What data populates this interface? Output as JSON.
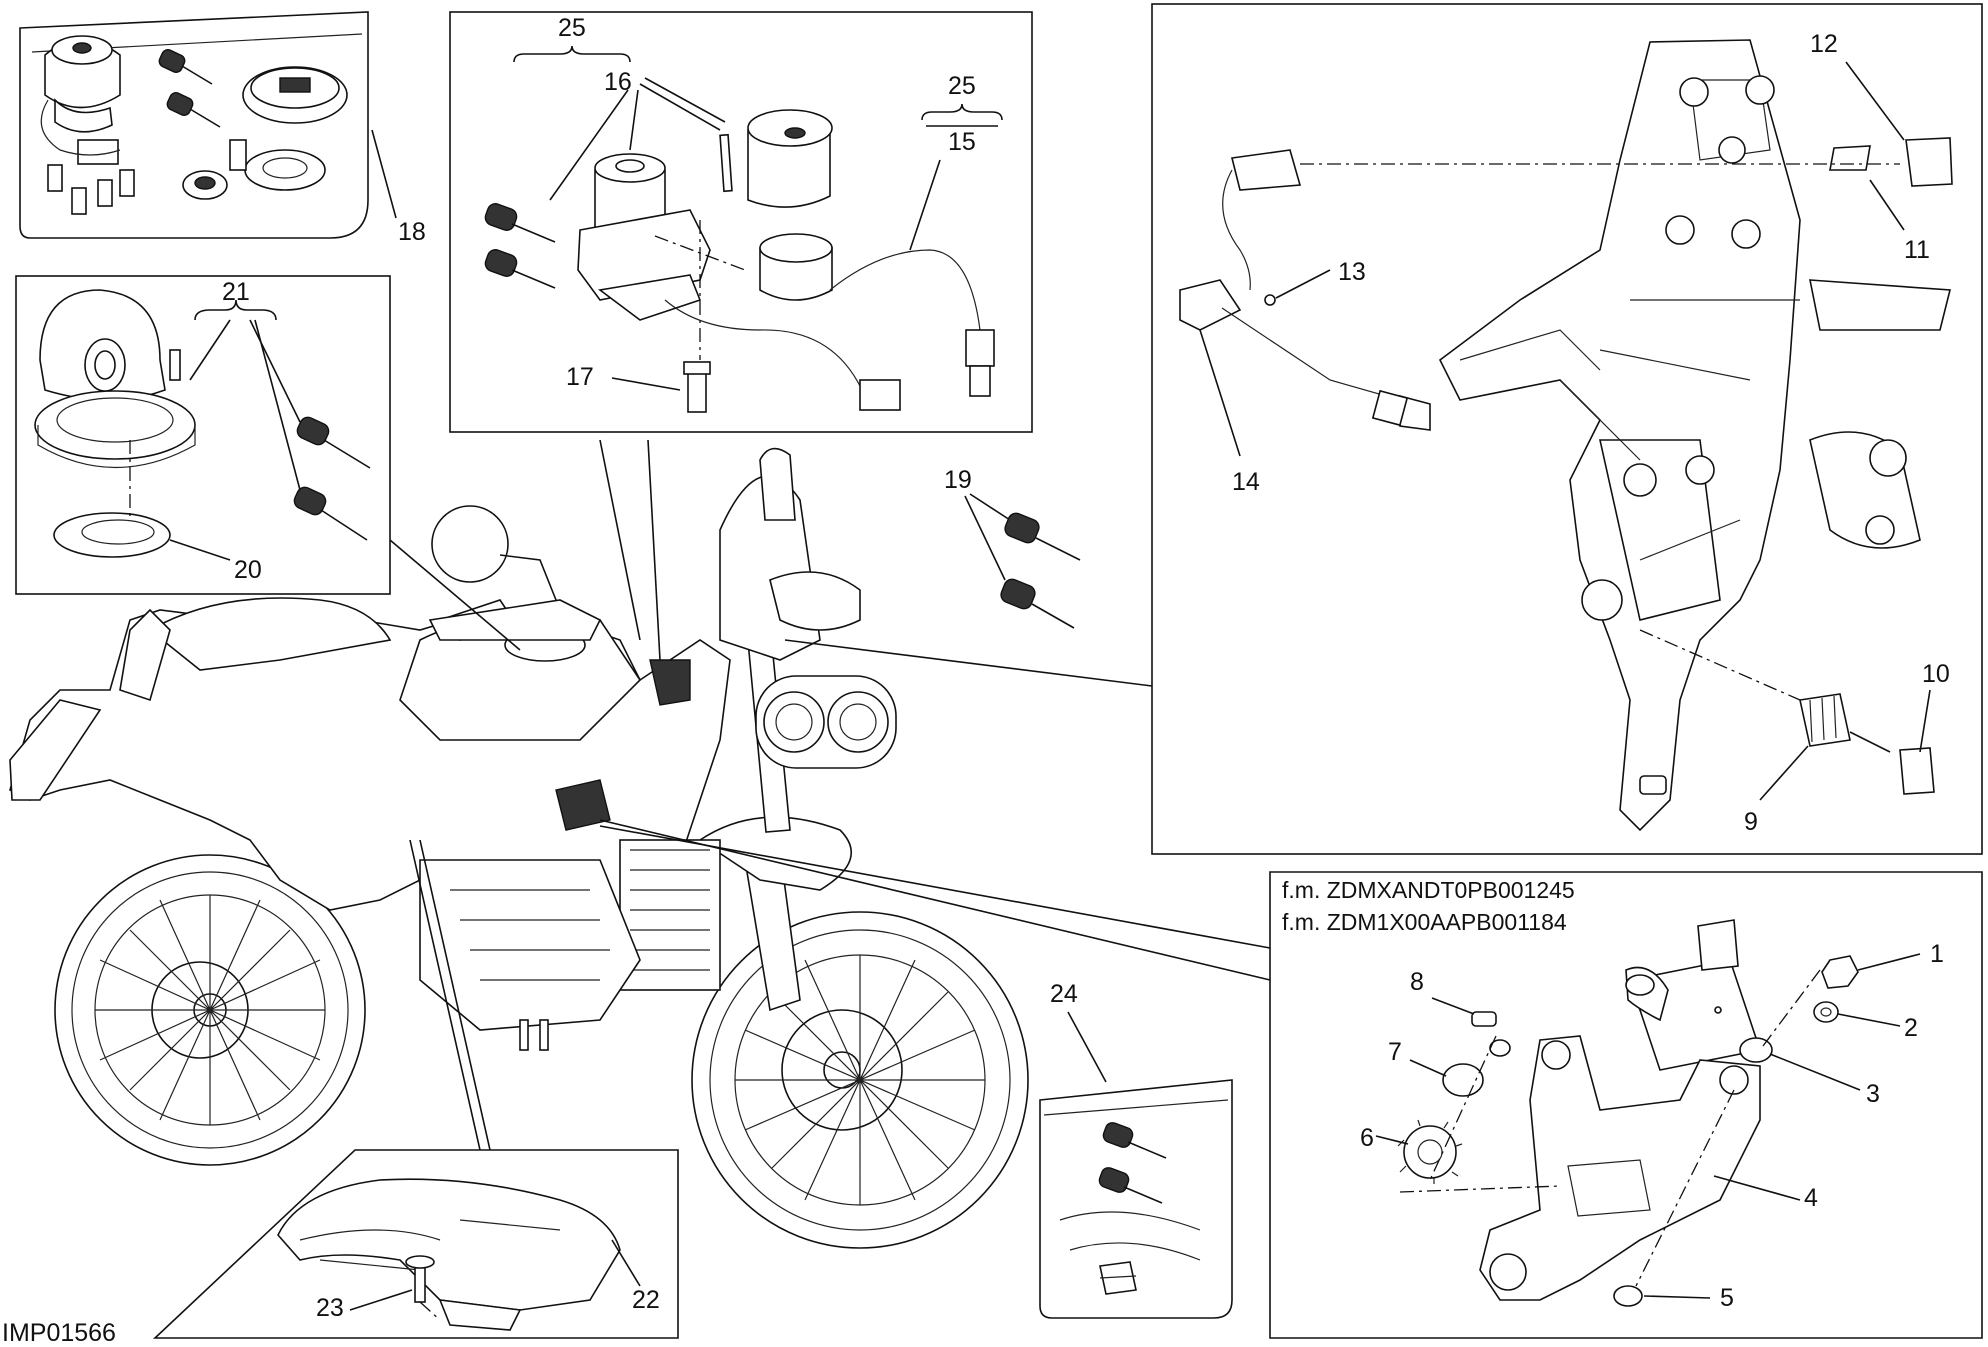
{
  "diagram": {
    "code": "IMP01566",
    "frame_numbers": [
      "f.m. ZDMXANDT0PB001245",
      "f.m. ZDM1X00AAPB001184"
    ],
    "callouts": [
      {
        "id": "1",
        "text": "1"
      },
      {
        "id": "2",
        "text": "2"
      },
      {
        "id": "3",
        "text": "3"
      },
      {
        "id": "4",
        "text": "4"
      },
      {
        "id": "5",
        "text": "5"
      },
      {
        "id": "6",
        "text": "6"
      },
      {
        "id": "7",
        "text": "7"
      },
      {
        "id": "8",
        "text": "8"
      },
      {
        "id": "9",
        "text": "9"
      },
      {
        "id": "10",
        "text": "10"
      },
      {
        "id": "11",
        "text": "11"
      },
      {
        "id": "12",
        "text": "12"
      },
      {
        "id": "13",
        "text": "13"
      },
      {
        "id": "14",
        "text": "14"
      },
      {
        "id": "15",
        "text": "15"
      },
      {
        "id": "16",
        "text": "16"
      },
      {
        "id": "17",
        "text": "17"
      },
      {
        "id": "18",
        "text": "18"
      },
      {
        "id": "19",
        "text": "19"
      },
      {
        "id": "20",
        "text": "20"
      },
      {
        "id": "21",
        "text": "21"
      },
      {
        "id": "22",
        "text": "22"
      },
      {
        "id": "23",
        "text": "23"
      },
      {
        "id": "24",
        "text": "24"
      },
      {
        "id": "25a",
        "text": "25"
      },
      {
        "id": "25b",
        "text": "25"
      }
    ]
  }
}
